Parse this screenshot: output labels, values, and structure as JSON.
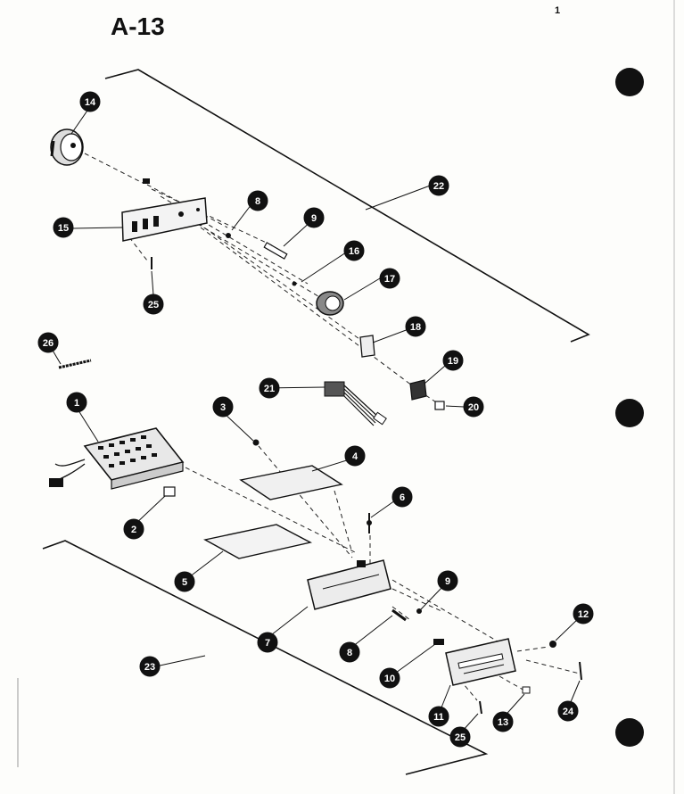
{
  "header": {
    "title": "A-13",
    "page_number": "1"
  },
  "callouts": [
    "1",
    "2",
    "3",
    "4",
    "5",
    "6",
    "7",
    "8",
    "9",
    "9",
    "8",
    "10",
    "11",
    "12",
    "13",
    "14",
    "15",
    "16",
    "17",
    "18",
    "19",
    "20",
    "21",
    "22",
    "23",
    "24",
    "25",
    "25",
    "26"
  ]
}
